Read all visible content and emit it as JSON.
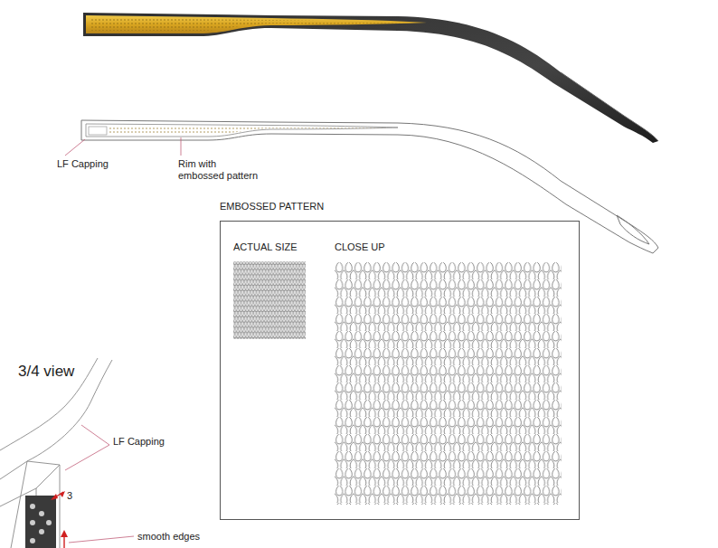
{
  "diagram": {
    "nodes": [
      {
        "text": [
          "EMBOSSED PATTERN"
        ]
      },
      {
        "text": [
          "ACTUAL SIZE"
        ],
        "in": 0
      },
      {
        "text": [
          "CLOSE UP"
        ],
        "in": 0
      }
    ],
    "labels": [
      "LF Capping",
      "Rim with embossed pattern",
      "3/4 view",
      "LF Capping",
      "3",
      "smooth edges"
    ]
  }
}
